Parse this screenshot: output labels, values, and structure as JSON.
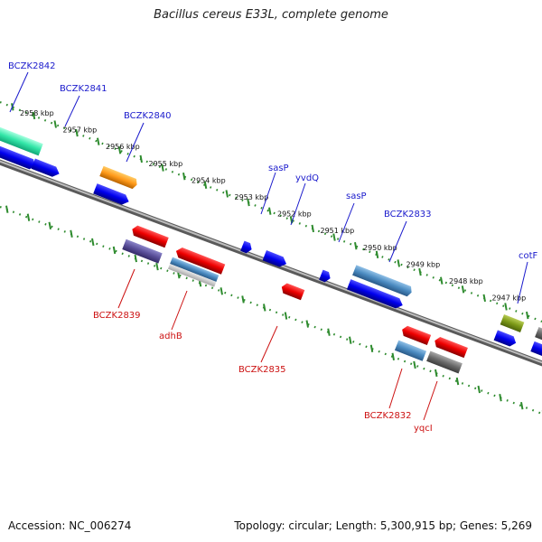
{
  "title": "Bacillus cereus E33L, complete genome",
  "footer": {
    "accession": "Accession: NC_006274",
    "summary": "Topology: circular; Length: 5,300,915 bp; Genes: 5,269"
  },
  "colors": {
    "backbone": "#8a8a8a",
    "ruler_dots": "#2e8b2e",
    "forward_label": "#1a1acc",
    "reverse_label": "#cc1111"
  },
  "ruler": [
    "2958 kbp",
    "2957 kbp",
    "2956 kbp",
    "2955 kbp",
    "2954 kbp",
    "2953 kbp",
    "2952 kbp",
    "2951 kbp",
    "2950 kbp",
    "2949 kbp",
    "2948 kbp",
    "2947 kbp"
  ],
  "forward_labels": [
    "BCZK2842",
    "BCZK2841",
    "BCZK2840",
    "sasP",
    "yvdQ",
    "sasP",
    "BCZK2833",
    "cotF"
  ],
  "reverse_labels": [
    "BCZK2839",
    "adhB",
    "BCZK2835",
    "BCZK2832",
    "yqcI"
  ]
}
